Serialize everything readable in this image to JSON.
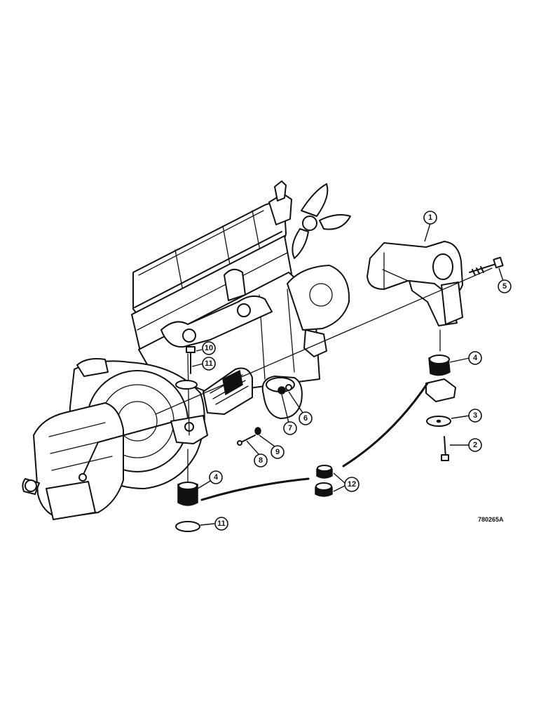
{
  "diagram": {
    "reference_code": "780265A",
    "callouts": [
      {
        "id": "c1",
        "label": "1"
      },
      {
        "id": "c2",
        "label": "2"
      },
      {
        "id": "c3",
        "label": "3"
      },
      {
        "id": "c4a",
        "label": "4"
      },
      {
        "id": "c4b",
        "label": "4"
      },
      {
        "id": "c5",
        "label": "5"
      },
      {
        "id": "c6",
        "label": "6"
      },
      {
        "id": "c7",
        "label": "7"
      },
      {
        "id": "c8",
        "label": "8"
      },
      {
        "id": "c9",
        "label": "9"
      },
      {
        "id": "c10",
        "label": "10"
      },
      {
        "id": "c11a",
        "label": "11"
      },
      {
        "id": "c11b",
        "label": "11"
      },
      {
        "id": "c12",
        "label": "12"
      }
    ]
  }
}
